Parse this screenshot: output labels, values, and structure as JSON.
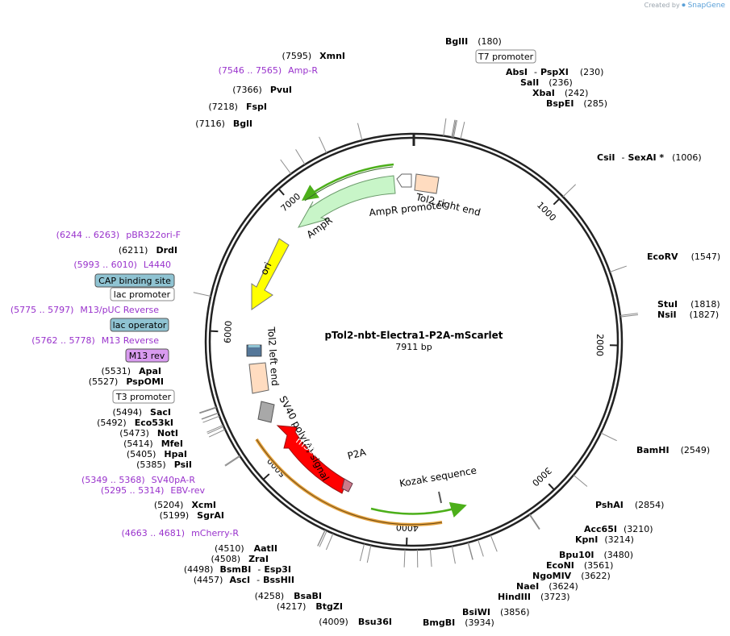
{
  "app": {
    "created_by": "Created by",
    "brand": "SnapGene"
  },
  "plasmid": {
    "name": "pTol2-nbt-Electra1-P2A-mScarlet",
    "length_label": "7911 bp",
    "length": 7911
  },
  "ticks": [
    {
      "pos": 1000,
      "label": "1000"
    },
    {
      "pos": 2000,
      "label": "2000"
    },
    {
      "pos": 3000,
      "label": "3000"
    },
    {
      "pos": 4000,
      "label": "4000"
    },
    {
      "pos": 5000,
      "label": "5000"
    },
    {
      "pos": 6000,
      "label": "6000"
    },
    {
      "pos": 7000,
      "label": "7000"
    }
  ],
  "sites": [
    {
      "name": "BglII",
      "pos": "(180)",
      "bp": 180
    },
    {
      "name": "AbsI",
      "extra": "PspXI",
      "pos": "(230)",
      "bp": 230
    },
    {
      "name": "SalI",
      "pos": "(236)",
      "bp": 236
    },
    {
      "name": "XbaI",
      "pos": "(242)",
      "bp": 242
    },
    {
      "name": "BspEI",
      "pos": "(285)",
      "bp": 285
    },
    {
      "name": "CsiI",
      "extra": "SexAI *",
      "pos": "(1006)",
      "bp": 1006
    },
    {
      "name": "EcoRV",
      "pos": "(1547)",
      "bp": 1547
    },
    {
      "name": "StuI",
      "pos": "(1818)",
      "bp": 1818
    },
    {
      "name": "NsiI",
      "pos": "(1827)",
      "bp": 1827
    },
    {
      "name": "BamHI",
      "pos": "(2549)",
      "bp": 2549
    },
    {
      "name": "PshAI",
      "pos": "(2854)",
      "bp": 2854
    },
    {
      "name": "Acc65I",
      "pos": "(3210)",
      "bp": 3210
    },
    {
      "name": "KpnI",
      "pos": "(3214)",
      "bp": 3214
    },
    {
      "name": "Bpu10I",
      "pos": "(3480)",
      "bp": 3480
    },
    {
      "name": "EcoNI",
      "pos": "(3561)",
      "bp": 3561
    },
    {
      "name": "NgoMIV",
      "pos": "(3622)",
      "bp": 3622
    },
    {
      "name": "NaeI",
      "pos": "(3624)",
      "bp": 3624
    },
    {
      "name": "HindIII",
      "pos": "(3723)",
      "bp": 3723
    },
    {
      "name": "BsiWI",
      "pos": "(3856)",
      "bp": 3856
    },
    {
      "name": "BmgBI",
      "pos": "(3934)",
      "bp": 3934
    },
    {
      "name": "Bsu36I",
      "pos": "(4009)",
      "bp": 4009
    },
    {
      "name": "BtgZI",
      "pos": "(4217)",
      "bp": 4217
    },
    {
      "name": "BsaBI",
      "pos": "(4258)",
      "bp": 4258
    },
    {
      "name": "AscI",
      "extra": "BssHII",
      "pos": "(4457)",
      "bp": 4457
    },
    {
      "name": "BsmBI",
      "extra": "Esp3I",
      "pos": "(4498)",
      "bp": 4498
    },
    {
      "name": "ZraI",
      "pos": "(4508)",
      "bp": 4508
    },
    {
      "name": "AatII",
      "pos": "(4510)",
      "bp": 4510
    },
    {
      "name": "SgrAI",
      "pos": "(5199)",
      "bp": 5199
    },
    {
      "name": "XcmI",
      "pos": "(5204)",
      "bp": 5204
    },
    {
      "name": "PsiI",
      "pos": "(5385)",
      "bp": 5385
    },
    {
      "name": "HpaI",
      "pos": "(5405)",
      "bp": 5405
    },
    {
      "name": "MfeI",
      "pos": "(5414)",
      "bp": 5414
    },
    {
      "name": "NotI",
      "pos": "(5473)",
      "bp": 5473
    },
    {
      "name": "Eco53kI",
      "pos": "(5492)",
      "bp": 5492
    },
    {
      "name": "SacI",
      "pos": "(5494)",
      "bp": 5494
    },
    {
      "name": "PspOMI",
      "pos": "(5527)",
      "bp": 5527
    },
    {
      "name": "ApaI",
      "pos": "(5531)",
      "bp": 5531
    },
    {
      "name": "DrdI",
      "pos": "(6211)",
      "bp": 6211
    },
    {
      "name": "BglI",
      "pos": "(7116)",
      "bp": 7116
    },
    {
      "name": "FspI",
      "pos": "(7218)",
      "bp": 7218
    },
    {
      "name": "PvuI",
      "pos": "(7366)",
      "bp": 7366
    },
    {
      "name": "XmnI",
      "pos": "(7595)",
      "bp": 7595
    }
  ],
  "primers": [
    {
      "range": "(7546 .. 7565)",
      "name": "Amp-R"
    },
    {
      "range": "(6244 .. 6263)",
      "name": "pBR322ori-F"
    },
    {
      "range": "(5993 .. 6010)",
      "name": "L4440"
    },
    {
      "range": "(5775 .. 5797)",
      "name": "M13/pUC Reverse"
    },
    {
      "range": "(5762 .. 5778)",
      "name": "M13 Reverse"
    },
    {
      "range": "(5349 .. 5368)",
      "name": "SV40pA-R"
    },
    {
      "range": "(5295 .. 5314)",
      "name": "EBV-rev"
    },
    {
      "range": "(4663 .. 4681)",
      "name": "mCherry-R"
    }
  ],
  "boxed_features": [
    {
      "label": "T7 promoter",
      "fill": "#ffffff"
    },
    {
      "label": "CAP binding site",
      "fill": "#8fc3d2"
    },
    {
      "label": "lac promoter",
      "fill": "#ffffff"
    },
    {
      "label": "lac operator",
      "fill": "#8fc3d2"
    },
    {
      "label": "M13 rev",
      "fill": "#d99bf0"
    },
    {
      "label": "T3 promoter",
      "fill": "#ffffff"
    }
  ],
  "features": [
    {
      "label": "Tol2 right end"
    },
    {
      "label": "AmpR promoter"
    },
    {
      "label": "AmpR"
    },
    {
      "label": "ori"
    },
    {
      "label": "Tol2 left end"
    },
    {
      "label": "SV40 poly(A) signal"
    },
    {
      "label": "mScarlet"
    },
    {
      "label": "P2A"
    },
    {
      "label": "Kozak sequence"
    }
  ],
  "colors": {
    "backbone": "#222222",
    "primer": "#9932cc",
    "leader": "#999999",
    "ampr": "#c8f5c8",
    "ori": "#ffff00",
    "mscarlet": "#ff0000",
    "tol2": "#ffdcc0",
    "p2a": "#cc7a8a",
    "sv40": "#a8a8a8",
    "orf": "#4caf1a",
    "orf_orange": "#e6a23c"
  }
}
